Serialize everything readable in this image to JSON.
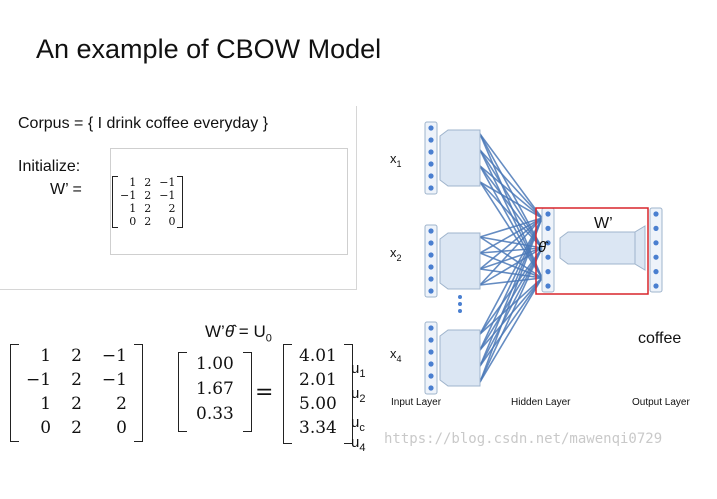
{
  "slide": {
    "title": "An example of CBOW Model",
    "corpus": "Corpus = { I drink coffee everyday }",
    "initialize": "Initialize:",
    "w_prime_eq": "W’  =",
    "small_matrix": [
      [
        "1",
        "2",
        "−1"
      ],
      [
        "−1",
        "2",
        "−1"
      ],
      [
        "1",
        "2",
        "2"
      ],
      [
        "0",
        "2",
        "0"
      ]
    ],
    "equation_label": "W’",
    "equation_theta": "θ̂",
    "equation_rhs": "= U",
    "equation_rhs_sub": "0",
    "big_matrix": [
      [
        "1",
        "2",
        "−1"
      ],
      [
        "−1",
        "2",
        "−1"
      ],
      [
        "1",
        "2",
        "2"
      ],
      [
        "0",
        "2",
        "0"
      ]
    ],
    "vector_in": [
      "1.00",
      "1.67",
      "0.33"
    ],
    "equals": "=",
    "vector_out": [
      "4.01",
      "2.01",
      "5.00",
      "3.34"
    ],
    "u_labels": [
      {
        "base": "u",
        "sub": "1"
      },
      {
        "base": "u",
        "sub": "2"
      },
      {
        "base": "u",
        "sub": "c"
      },
      {
        "base": "u",
        "sub": "4"
      }
    ],
    "watermark": "https://blog.csdn.net/mawenqi0729"
  },
  "diagram": {
    "inputs": [
      {
        "base": "x",
        "sub": "1"
      },
      {
        "base": "x",
        "sub": "2"
      },
      {
        "base": "x",
        "sub": "4"
      }
    ],
    "w_prime": "W’",
    "theta": "θ̂",
    "output_word": "coffee",
    "captions": {
      "input": "Input Layer",
      "hidden": "Hidden Layer",
      "output": "Output Layer"
    },
    "colors": {
      "node": "#4a7fd0",
      "box_fill": "#dbe6f3",
      "box_stroke": "#9fb4cc",
      "line": "#4b79b8",
      "highlight": "#d9252b"
    }
  }
}
